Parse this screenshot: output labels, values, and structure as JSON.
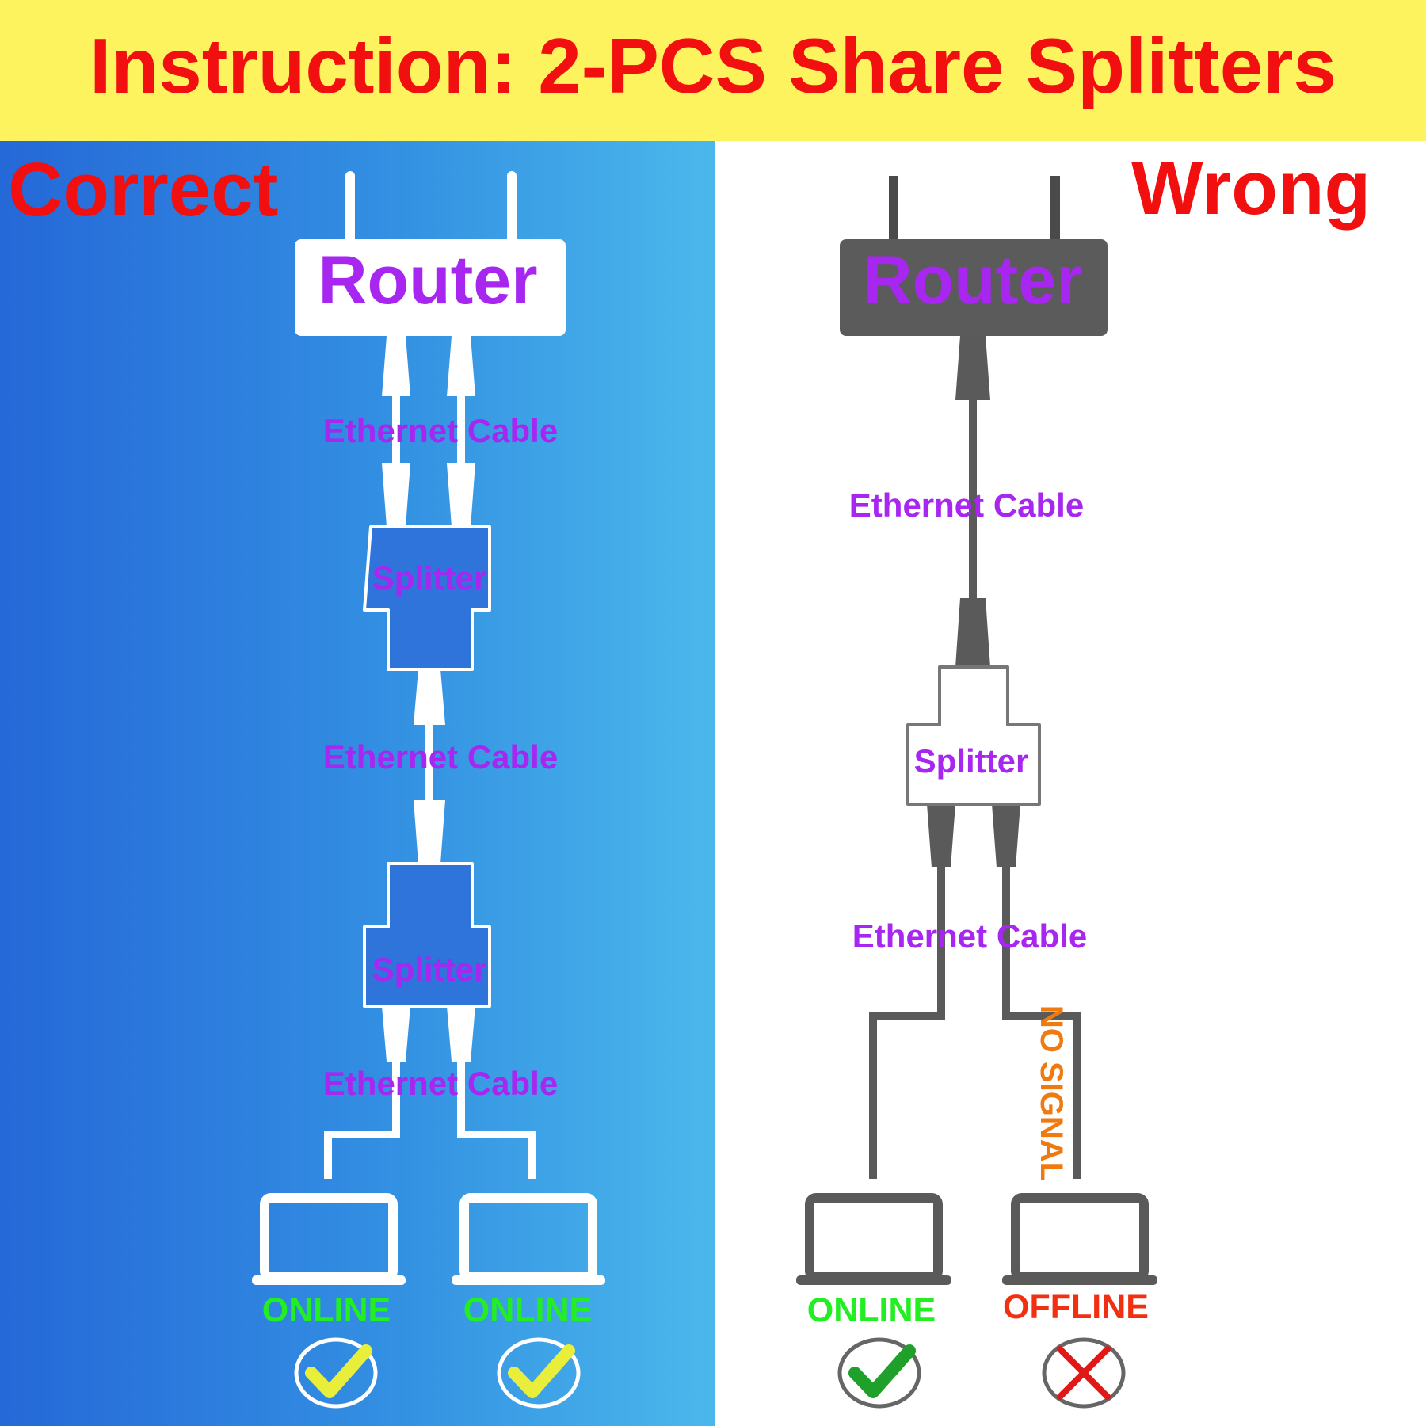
{
  "header": {
    "title": "Instruction: 2-PCS Share Splitters"
  },
  "correct": {
    "heading": "Correct",
    "router_label": "Router",
    "cable_labels": [
      "Ethernet Cable",
      "Ethernet Cable",
      "Ethernet Cable"
    ],
    "splitter_labels": [
      "Splitter",
      "Splitter"
    ],
    "statuses": [
      "ONLINE",
      "ONLINE"
    ]
  },
  "wrong": {
    "heading": "Wrong",
    "router_label": "Router",
    "cable_labels": [
      "Ethernet Cable",
      "Ethernet Cable"
    ],
    "splitter_label": "Splitter",
    "signal_note": "NO SIGNAL",
    "statuses": [
      "ONLINE",
      "OFFLINE"
    ]
  },
  "colors": {
    "banner_bg": "#fdf35e",
    "title": "#f20f0f",
    "heading": "#f20f0f",
    "label": "#a726f0",
    "online": "#22ee22",
    "offline": "#f03010",
    "no_signal": "#f07a10",
    "check": "#e8ee3a",
    "check_dark": "#1fa02a",
    "cross": "#e01818",
    "panel_blue_dark": "#2568d8",
    "panel_blue_light": "#4bb8ec",
    "device_gray": "#5a5a5a"
  },
  "icons": {
    "status_ok": "check-mark-icon",
    "status_fail": "cross-mark-icon",
    "device": "laptop-icon",
    "router": "router-icon",
    "splitter": "splitter-icon"
  }
}
